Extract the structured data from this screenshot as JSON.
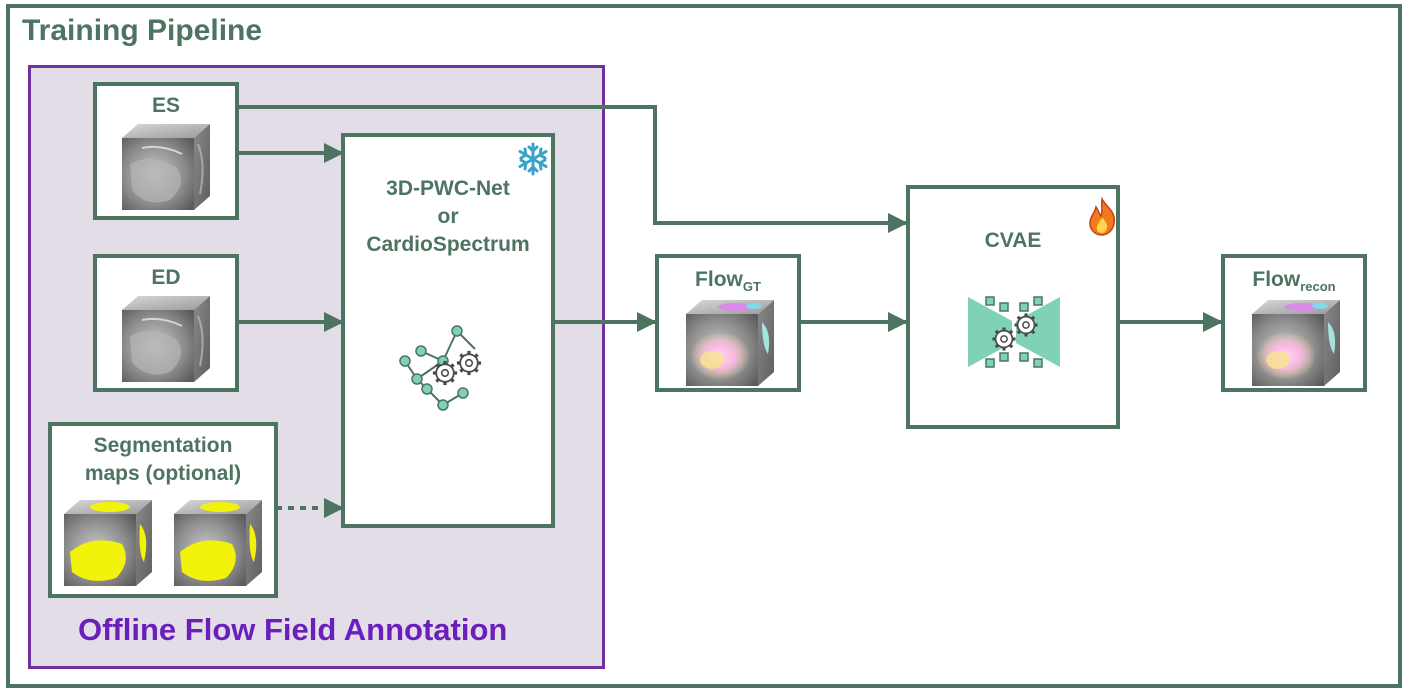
{
  "title": "Training Pipeline",
  "offline_region": {
    "label": "Offline Flow Field Annotation"
  },
  "inputs": {
    "es": {
      "label": "ES"
    },
    "ed": {
      "label": "ED"
    },
    "segmentation": {
      "label_line1": "Segmentation",
      "label_line2": "maps (optional)"
    }
  },
  "flow_net": {
    "line1": "3D-PWC-Net",
    "line2": "or",
    "line3": "CardioSpectrum"
  },
  "flow_gt": {
    "base": "Flow",
    "subscript": "GT"
  },
  "cvae": {
    "label": "CVAE"
  },
  "flow_recon": {
    "base": "Flow",
    "subscript": "recon"
  },
  "icons": {
    "frozen": "snowflake-icon",
    "trainable": "fire-icon",
    "network": "network-gears-icon",
    "encoder_decoder": "encoder-decoder-gears-icon"
  },
  "colors": {
    "frame": "#4d7461",
    "offline_border": "#7030a0",
    "offline_fill": "#e2dde7",
    "offline_text": "#6a1fbd",
    "icon_green": "#7fd3b4",
    "segmentation": "#f2f20a"
  }
}
